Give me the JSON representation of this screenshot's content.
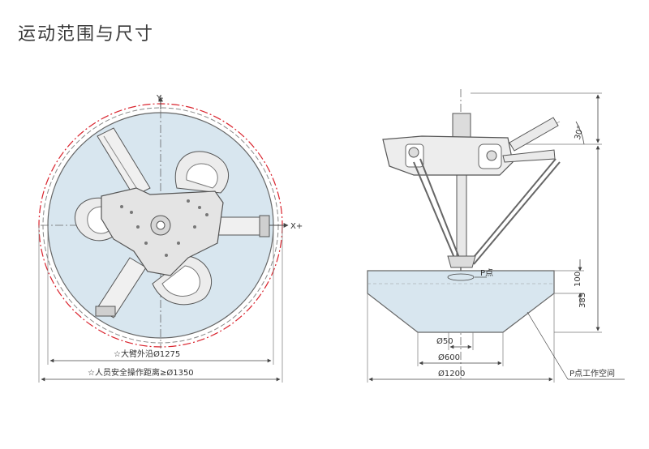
{
  "title": "运动范围与尺寸",
  "left_view": {
    "axis_y": "Y-",
    "axis_x": "X+",
    "dim_arm": "☆大臂外沿Ø1275",
    "dim_safe": "☆人员安全操作距离≥Ø1350"
  },
  "right_view": {
    "angle": "30°",
    "p_point": "P点",
    "dim_100": "100",
    "dim_383": "383",
    "dim_50": "Ø50",
    "dim_600": "Ø600",
    "dim_1200": "Ø1200",
    "workspace": "P点工作空间"
  },
  "colors": {
    "workspace_fill": "#d8e6ef",
    "safety_ring": "#d9232d",
    "line": "#555555"
  }
}
